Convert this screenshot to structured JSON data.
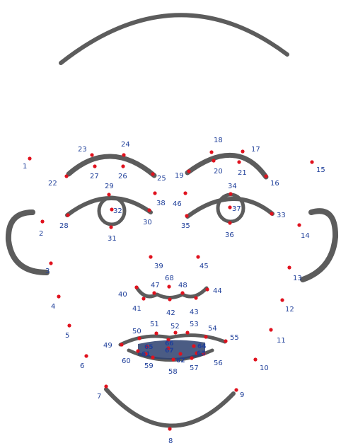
{
  "landmarks": [
    {
      "n": "1"
    },
    {
      "n": "2"
    },
    {
      "n": "3"
    },
    {
      "n": "4"
    },
    {
      "n": "5"
    },
    {
      "n": "6"
    },
    {
      "n": "7"
    },
    {
      "n": "8"
    },
    {
      "n": "9"
    },
    {
      "n": "10"
    },
    {
      "n": "11"
    },
    {
      "n": "12"
    },
    {
      "n": "13"
    },
    {
      "n": "14"
    },
    {
      "n": "15"
    },
    {
      "n": "16"
    },
    {
      "n": "17"
    },
    {
      "n": "18"
    },
    {
      "n": "19"
    },
    {
      "n": "20"
    },
    {
      "n": "21"
    },
    {
      "n": "22"
    },
    {
      "n": "23"
    },
    {
      "n": "24"
    },
    {
      "n": "25"
    },
    {
      "n": "26"
    },
    {
      "n": "27"
    },
    {
      "n": "28"
    },
    {
      "n": "29"
    },
    {
      "n": "30"
    },
    {
      "n": "31"
    },
    {
      "n": "32"
    },
    {
      "n": "33"
    },
    {
      "n": "34"
    },
    {
      "n": "35"
    },
    {
      "n": "36"
    },
    {
      "n": "37"
    },
    {
      "n": "38"
    },
    {
      "n": "39"
    },
    {
      "n": "40"
    },
    {
      "n": "41"
    },
    {
      "n": "42"
    },
    {
      "n": "43"
    },
    {
      "n": "44"
    },
    {
      "n": "45"
    },
    {
      "n": "46"
    },
    {
      "n": "47"
    },
    {
      "n": "48"
    },
    {
      "n": "49"
    },
    {
      "n": "50"
    },
    {
      "n": "51"
    },
    {
      "n": "52"
    },
    {
      "n": "53"
    },
    {
      "n": "54"
    },
    {
      "n": "55"
    },
    {
      "n": "56"
    },
    {
      "n": "57"
    },
    {
      "n": "58"
    },
    {
      "n": "59"
    },
    {
      "n": "60"
    },
    {
      "n": "61"
    },
    {
      "n": "62"
    },
    {
      "n": "63"
    },
    {
      "n": "64"
    },
    {
      "n": "65"
    },
    {
      "n": "66"
    },
    {
      "n": "67"
    },
    {
      "n": "68"
    }
  ],
  "colors": {
    "stroke": "#5c5c5c",
    "dot": "#e0121e",
    "label": "#1f3f9a",
    "mouth_fill": "#2b3f6e"
  }
}
